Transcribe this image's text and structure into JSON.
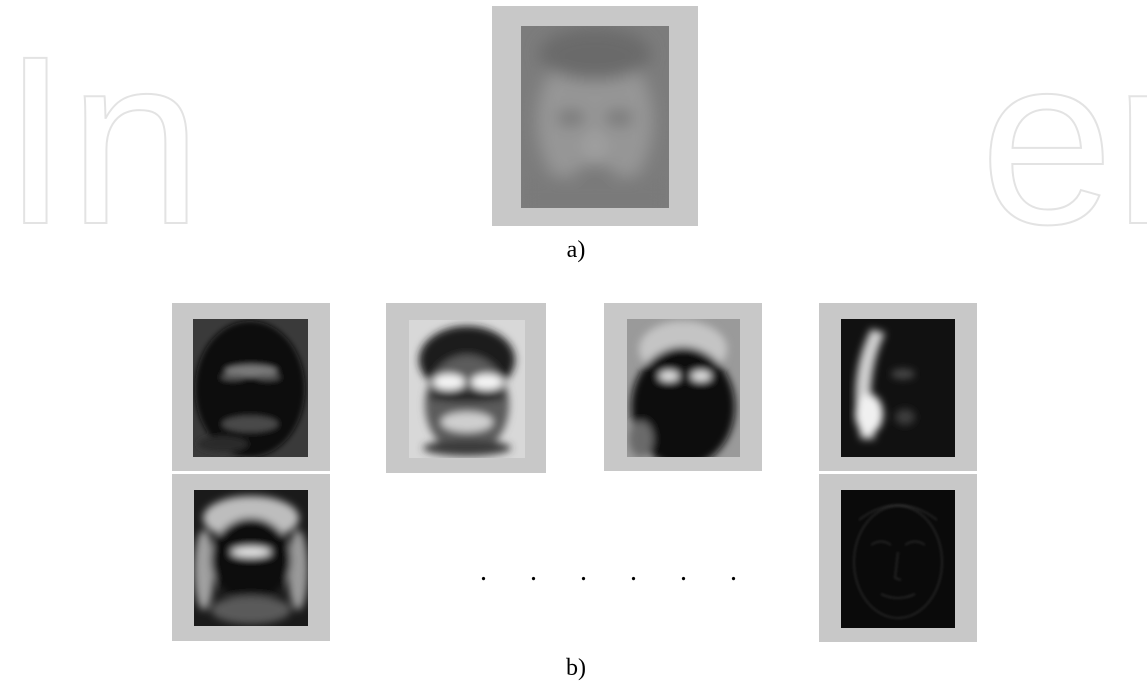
{
  "figure": {
    "watermark_left": "In",
    "watermark_right": "en",
    "caption_a": "a)",
    "caption_b": "b)",
    "ellipsis": ". . . . . .",
    "panel_a": {
      "image": "mean-face",
      "background": "#c8c8c8"
    },
    "panel_b": {
      "images": [
        "eigenface-1",
        "eigenface-2",
        "eigenface-3",
        "eigenface-4",
        "eigenface-5",
        "eigenface-last"
      ]
    }
  }
}
